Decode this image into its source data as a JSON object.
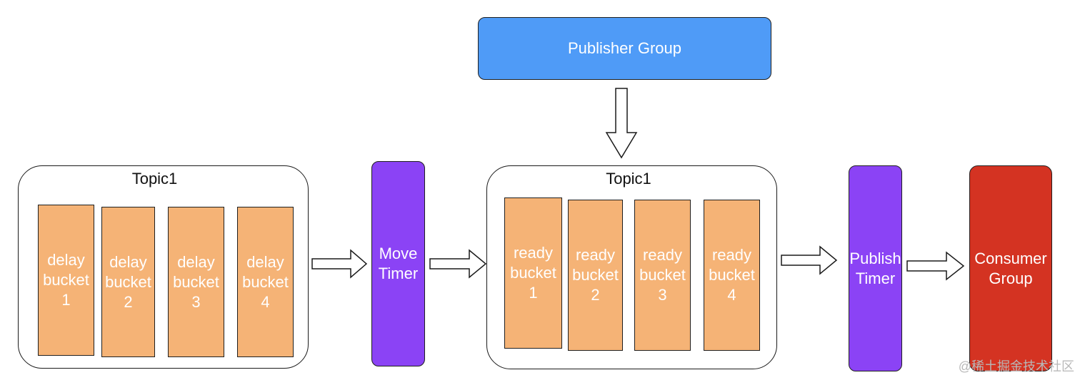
{
  "publisher": {
    "label": "Publisher Group"
  },
  "delay_topic": {
    "title": "Topic1"
  },
  "delay_buckets": [
    {
      "line1": "delay",
      "line2": "bucket",
      "line3": "1"
    },
    {
      "line1": "delay",
      "line2": "bucket",
      "line3": "2"
    },
    {
      "line1": "delay",
      "line2": "bucket",
      "line3": "3"
    },
    {
      "line1": "delay",
      "line2": "bucket",
      "line3": "4"
    }
  ],
  "move_timer": {
    "line1": "Move",
    "line2": "Timer"
  },
  "ready_topic": {
    "title": "Topic1"
  },
  "ready_buckets": [
    {
      "line1": "ready",
      "line2": "bucket",
      "line3": "1"
    },
    {
      "line1": "ready",
      "line2": "bucket",
      "line3": "2"
    },
    {
      "line1": "ready",
      "line2": "bucket",
      "line3": "3"
    },
    {
      "line1": "ready",
      "line2": "bucket",
      "line3": "4"
    }
  ],
  "publish_timer": {
    "line1": "Publish",
    "line2": "Timer"
  },
  "consumer": {
    "line1": "Consumer",
    "line2": "Group"
  },
  "watermark": "@稀土掘金技术社区",
  "colors": {
    "publisher": "#4f9bf7",
    "bucket": "#f5b376",
    "timer": "#8b43f5",
    "consumer": "#d43322"
  }
}
